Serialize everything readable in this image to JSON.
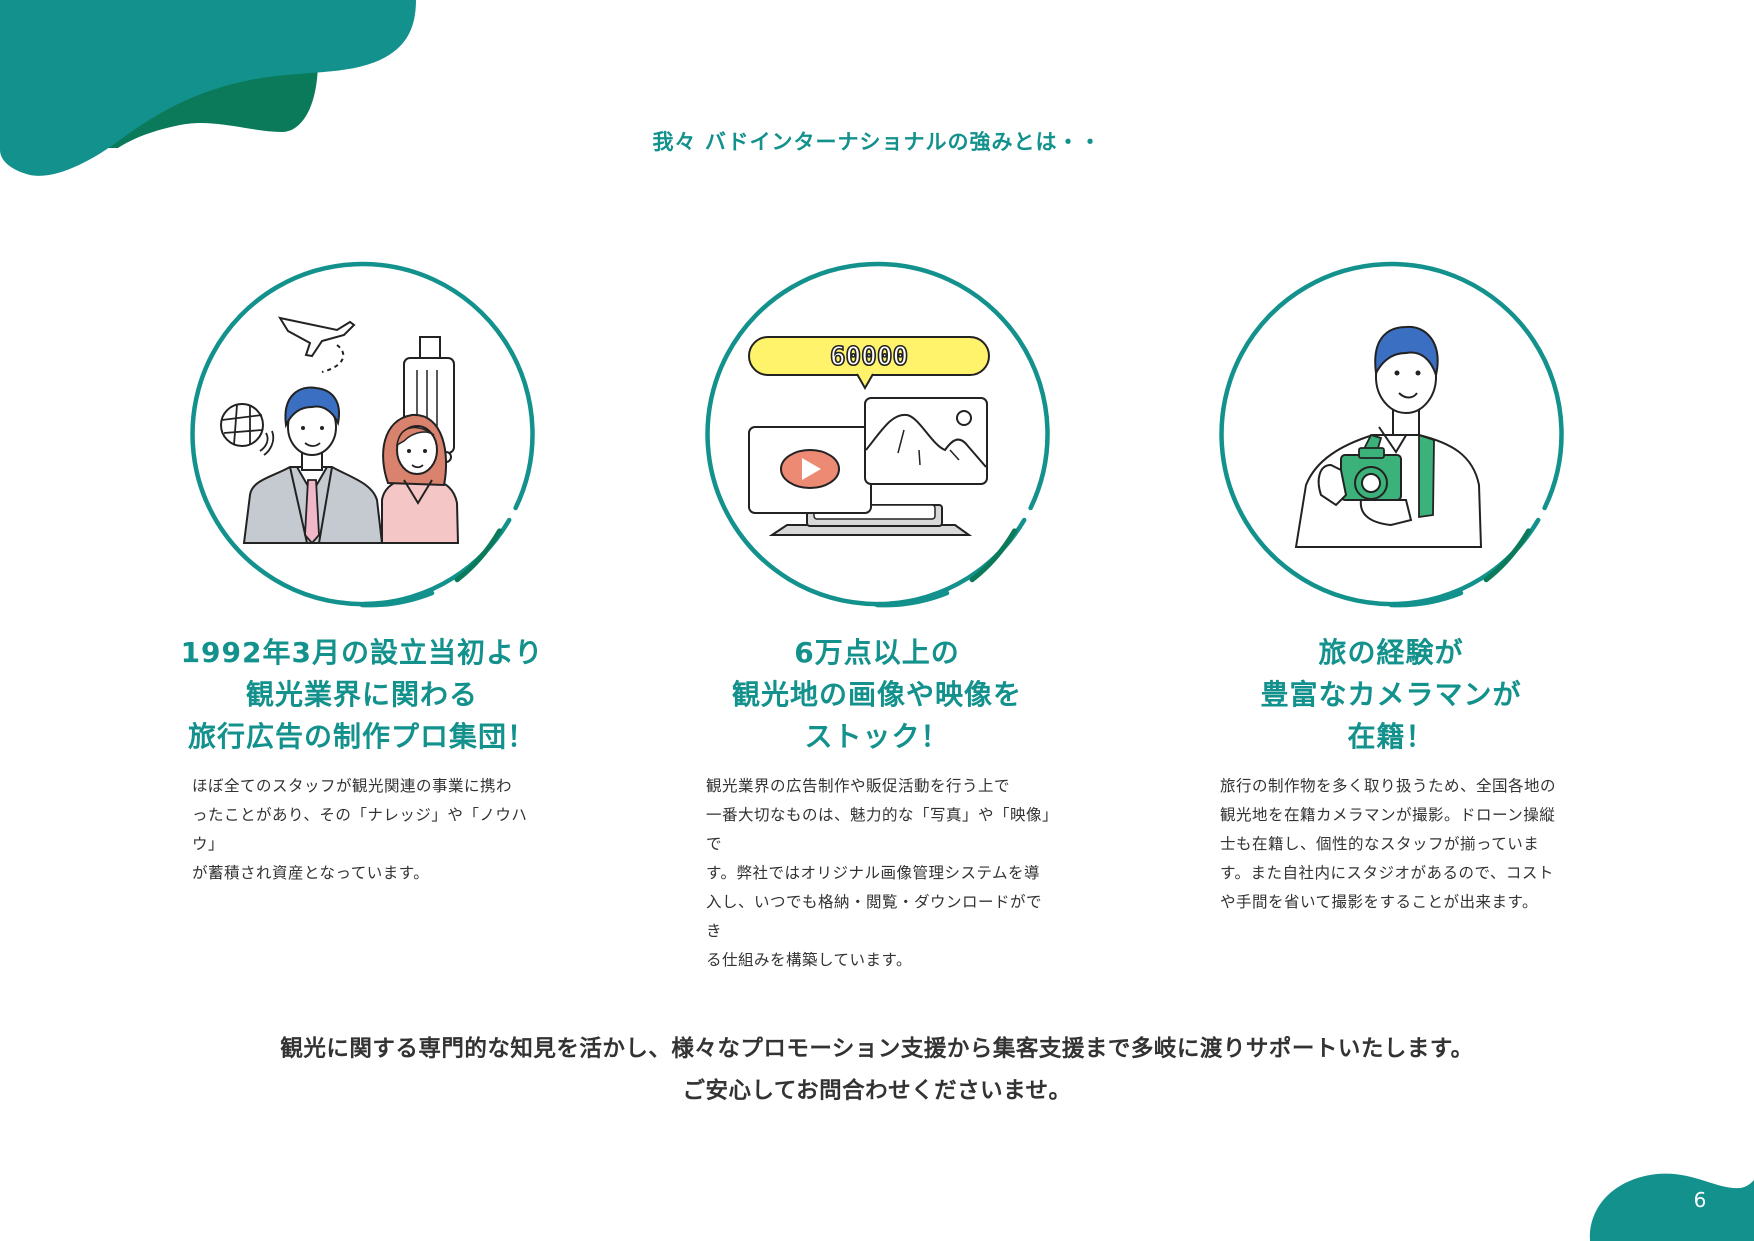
{
  "colors": {
    "teal": "#13918c",
    "dark_green": "#0a7a5a",
    "text": "#333333",
    "accent_green": "#3bb27a",
    "hair_blue": "#3a6fc2",
    "hair_red": "#d9826e",
    "bubble_yellow": "#fff36b",
    "play_red": "#ec8a74"
  },
  "header": {
    "title": "我々 バドインターナショナルの強みとは・・"
  },
  "features": [
    {
      "icon": "business-travel-people-illustration",
      "heading": "1992年3月の設立当初より\n観光業界に関わる\n旅行広告の制作プロ集団！",
      "body": "ほぼ全てのスタッフが観光関連の事業に携わ\nったことがあり、その「ナレッジ」や「ノウハウ」\nが蓄積され資産となっています。"
    },
    {
      "icon": "image-video-library-illustration",
      "badge": "60000",
      "heading": "6万点以上の\n観光地の画像や映像を\nストック！",
      "body": "観光業界の広告制作や販促活動を行う上で\n一番大切なものは、魅力的な「写真」や「映像」で\nす。弊社ではオリジナル画像管理システムを導\n入し、いつでも格納・閲覧・ダウンロードができ\nる仕組みを構築しています。"
    },
    {
      "icon": "cameraman-illustration",
      "heading": "旅の経験が\n豊富なカメラマンが\n在籍！",
      "body": "旅行の制作物を多く取り扱うため、全国各地の\n観光地を在籍カメラマンが撮影。ドローン操縦\n士も在籍し、個性的なスタッフが揃っていま\nす。また自社内にスタジオがあるので、コスト\nや手間を省いて撮影をすることが出来ます。"
    }
  ],
  "closing": {
    "text": "観光に関する専門的な知見を活かし、様々なプロモーション支援から集客支援まで多岐に渡りサポートいたします。\nご安心してお問合わせくださいませ。"
  },
  "footer": {
    "page_number": "6"
  }
}
